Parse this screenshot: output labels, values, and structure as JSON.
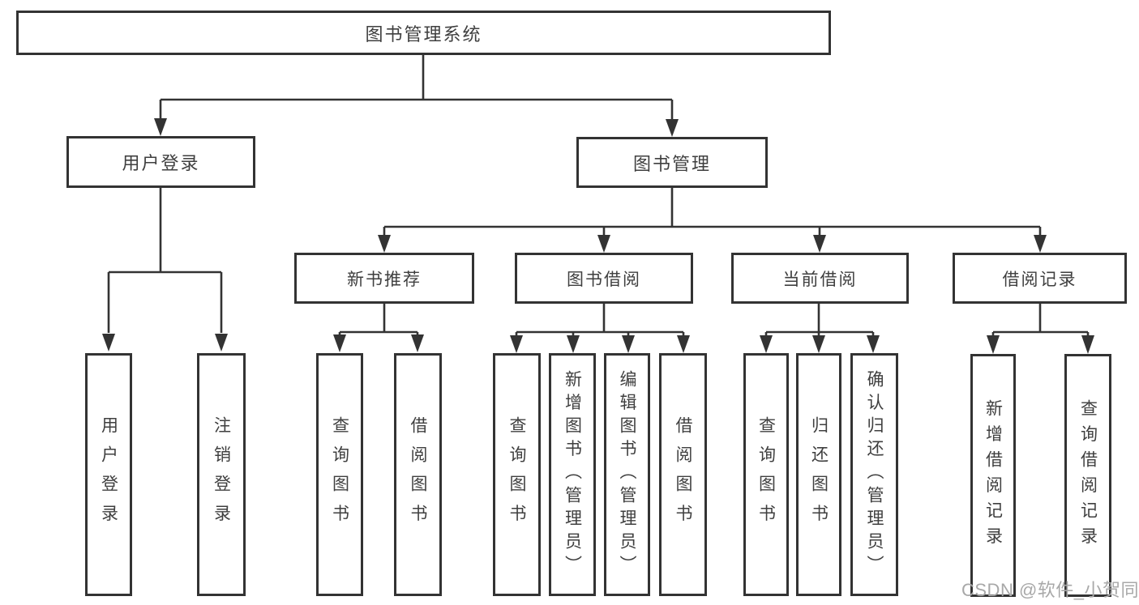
{
  "tree": {
    "root": {
      "label": "图书管理系统",
      "children": [
        {
          "label": "用户登录",
          "children": [
            {
              "label": "用户登录"
            },
            {
              "label": "注销登录"
            }
          ]
        },
        {
          "label": "图书管理",
          "children": [
            {
              "label": "新书推荐",
              "children": [
                {
                  "label": "查询图书"
                },
                {
                  "label": "借阅图书"
                }
              ]
            },
            {
              "label": "图书借阅",
              "children": [
                {
                  "label": "查询图书"
                },
                {
                  "label": "新增图书（管理员）"
                },
                {
                  "label": "编辑图书（管理员）"
                },
                {
                  "label": "借阅图书"
                }
              ]
            },
            {
              "label": "当前借阅",
              "children": [
                {
                  "label": "查询图书"
                },
                {
                  "label": "归还图书"
                },
                {
                  "label": "确认归还（管理员）"
                }
              ]
            },
            {
              "label": "借阅记录",
              "children": [
                {
                  "label": "新增借阅记录"
                },
                {
                  "label": "查询借阅记录"
                }
              ]
            }
          ]
        }
      ]
    }
  },
  "watermark": {
    "text": "CSDN @软件_小贺同学"
  },
  "colors": {
    "line": "#333333",
    "box_border": "#333333",
    "text": "#3f3f3f",
    "watermark": "#a8a8a8",
    "background": "#ffffff"
  }
}
